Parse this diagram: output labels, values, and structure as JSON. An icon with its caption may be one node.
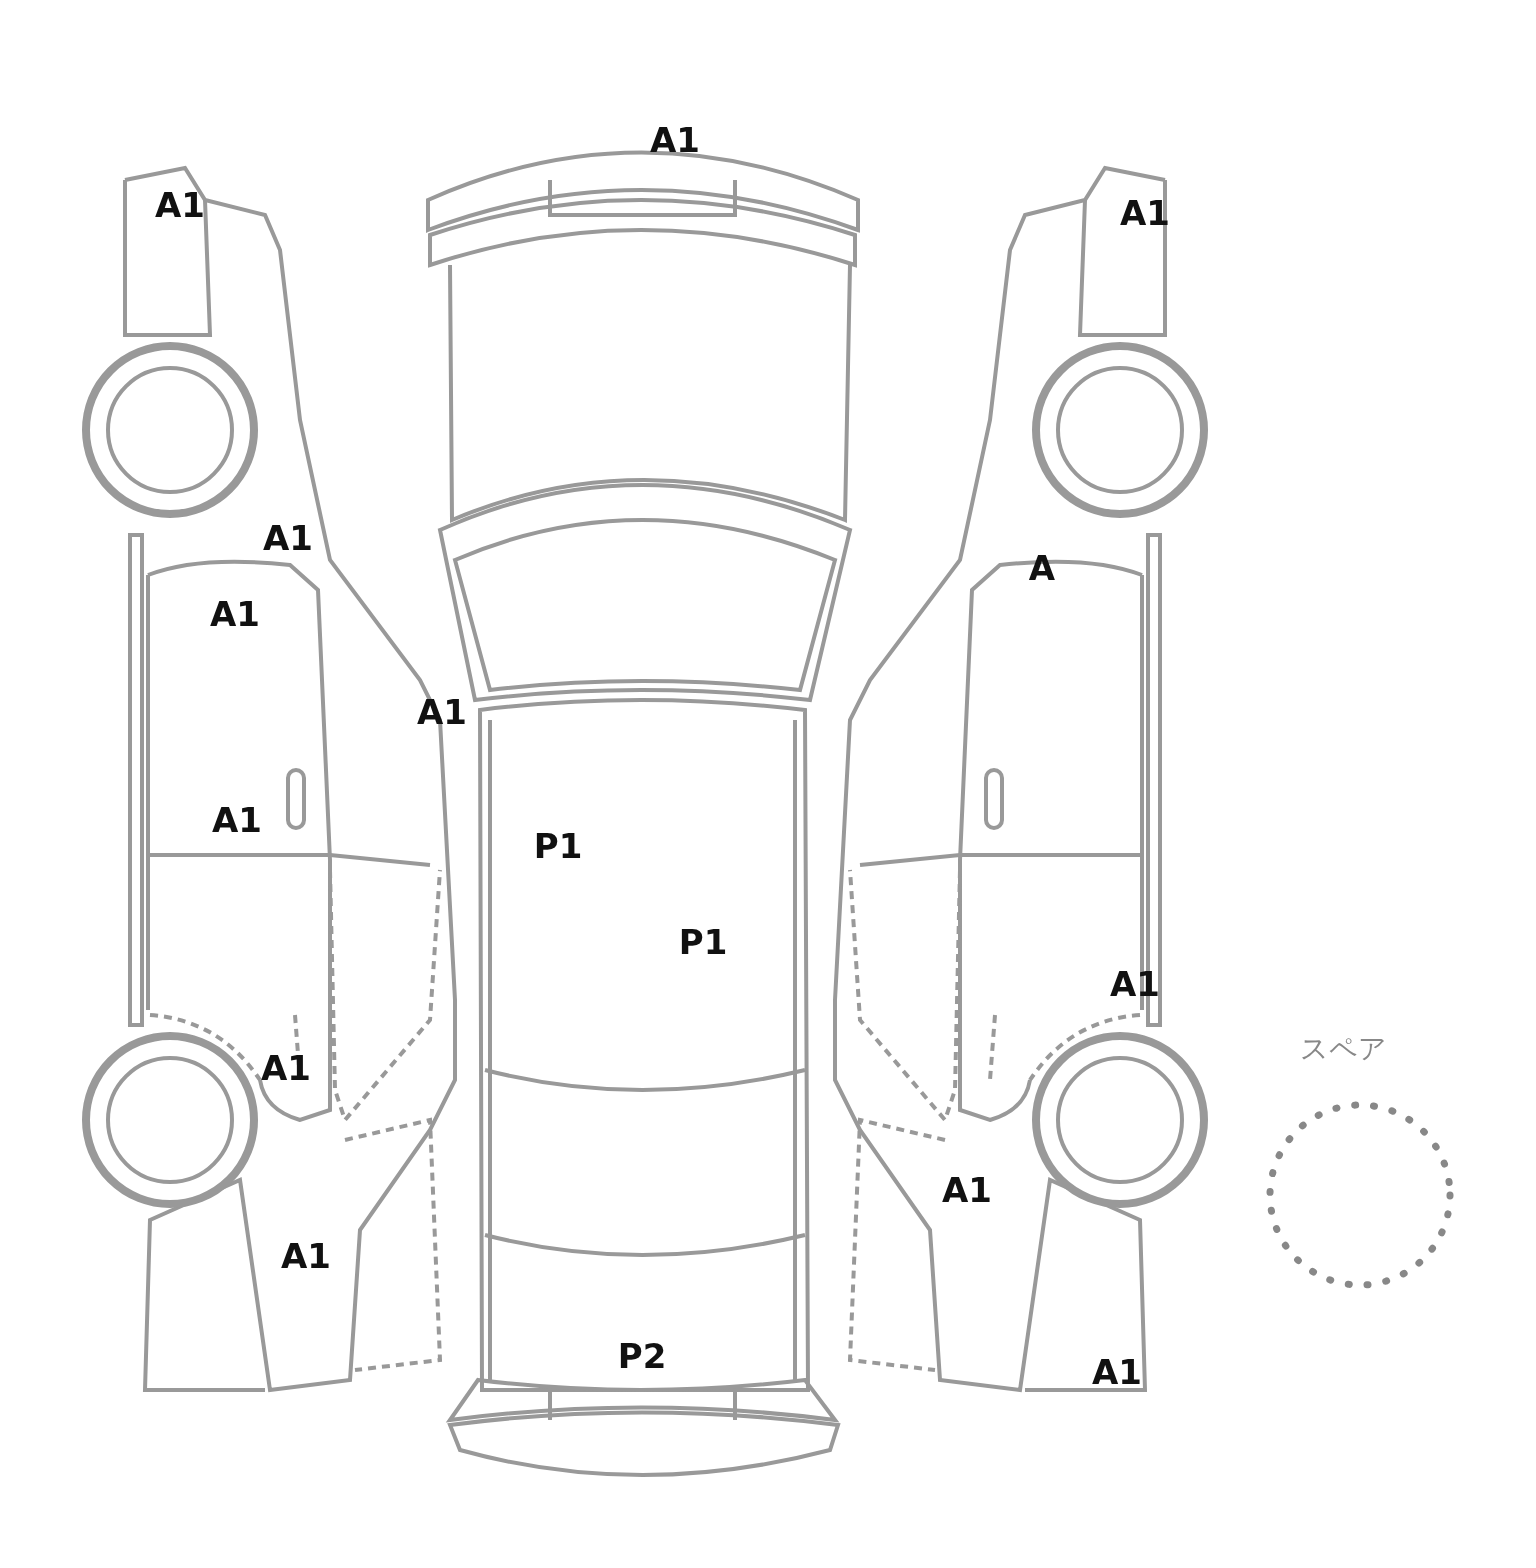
{
  "diagram": {
    "nodes": [
      {
        "text": [
          "スペア"
        ]
      }
    ],
    "labels": [
      "A1",
      "A1",
      "A1",
      "A1",
      "A",
      "A1",
      "A1",
      "A1",
      "P1",
      "P1",
      "A1",
      "A1",
      "A1",
      "A1",
      "P2",
      "A1"
    ]
  }
}
